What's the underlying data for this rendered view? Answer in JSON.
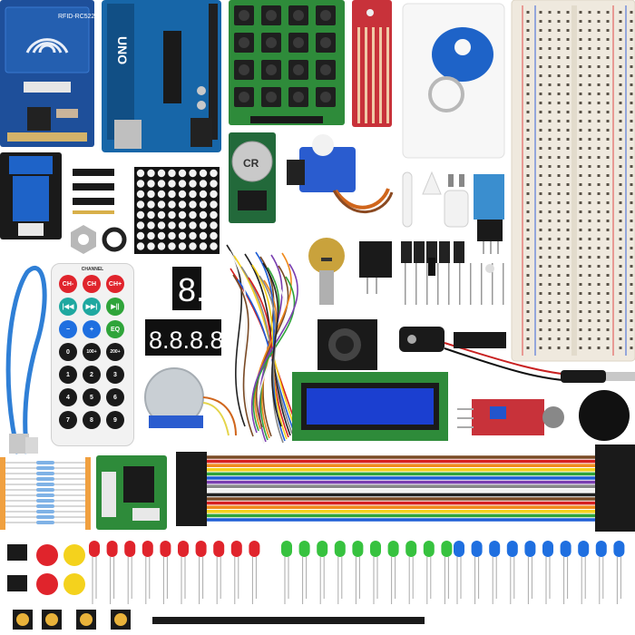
{
  "rfid_board": {
    "label": "RFID-RC522"
  },
  "arduino_board": {
    "label": "UNO"
  },
  "rtc_module": {
    "battery_label": "CR"
  },
  "seven_segment_single": {
    "digit": "8."
  },
  "seven_segment_quad": {
    "digits": "8.8.8.8."
  },
  "remote": {
    "channel_label": "CHANNEL",
    "rows": [
      [
        "CH-",
        "CH",
        "CH+"
      ],
      [
        "|◀◀",
        "▶▶|",
        "▶||"
      ],
      [
        "−",
        "+",
        "EQ"
      ],
      [
        "0",
        "100+",
        "200+"
      ],
      [
        "1",
        "2",
        "3"
      ],
      [
        "4",
        "5",
        "6"
      ],
      [
        "7",
        "8",
        "9"
      ]
    ]
  },
  "colors": {
    "pcb_blue": "#1f5fa8",
    "pcb_green": "#2e8b3a",
    "pcb_red": "#c8323a",
    "led_red": "#e0242c",
    "led_green": "#37c23f",
    "led_blue": "#1f6fe0",
    "breadboard": "#efe9de",
    "usb_cable": "#2f7fd6"
  },
  "components": {
    "led_counts": {
      "red": 10,
      "green": 10,
      "blue": 10
    },
    "jumper_colors": [
      "#222222",
      "#7a4a25",
      "#d62020",
      "#f08a1c",
      "#f4d21d",
      "#2fa43a",
      "#1f5fd6",
      "#7a3fb0",
      "#888888",
      "#f2f2f2"
    ]
  }
}
